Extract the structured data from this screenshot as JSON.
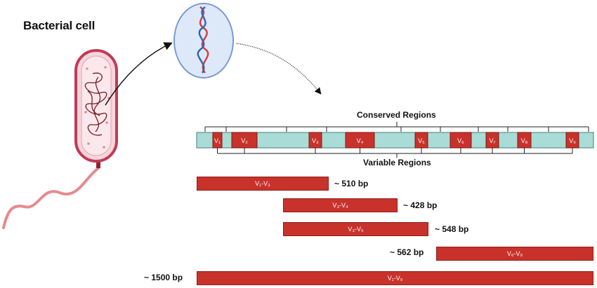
{
  "figure": {
    "title": "Bacterial cell",
    "conserved_label": "Conserved Regions",
    "variable_label": "Variable Regions"
  },
  "variable_regions": [
    {
      "label": "V₁"
    },
    {
      "label": "V₂"
    },
    {
      "label": "V₃"
    },
    {
      "label": "V₄"
    },
    {
      "label": "V₅"
    },
    {
      "label": "V₆"
    },
    {
      "label": "V₇"
    },
    {
      "label": "V₈"
    },
    {
      "label": "V₉"
    }
  ],
  "amplicons": [
    {
      "label": "V₁-V₃",
      "size": "~ 510 bp"
    },
    {
      "label": "V₃-V₄",
      "size": "~ 428 bp"
    },
    {
      "label": "V₃-V₅",
      "size": "~ 548 bp"
    },
    {
      "label": "V₆-V₉",
      "size": "~ 562 bp"
    },
    {
      "label": "V₁-V₉",
      "size": "~ 1500 bp"
    }
  ],
  "colors": {
    "variable": "#c8322b",
    "conserved": "#a9dcd6",
    "cell_outline": "#c23a55",
    "cell_fill": "#f6d5dc",
    "dna_red": "#d83a3a",
    "dna_blue": "#2e63b6",
    "circle_fill": "#dde9f8",
    "circle_stroke": "#7a9ad0"
  }
}
